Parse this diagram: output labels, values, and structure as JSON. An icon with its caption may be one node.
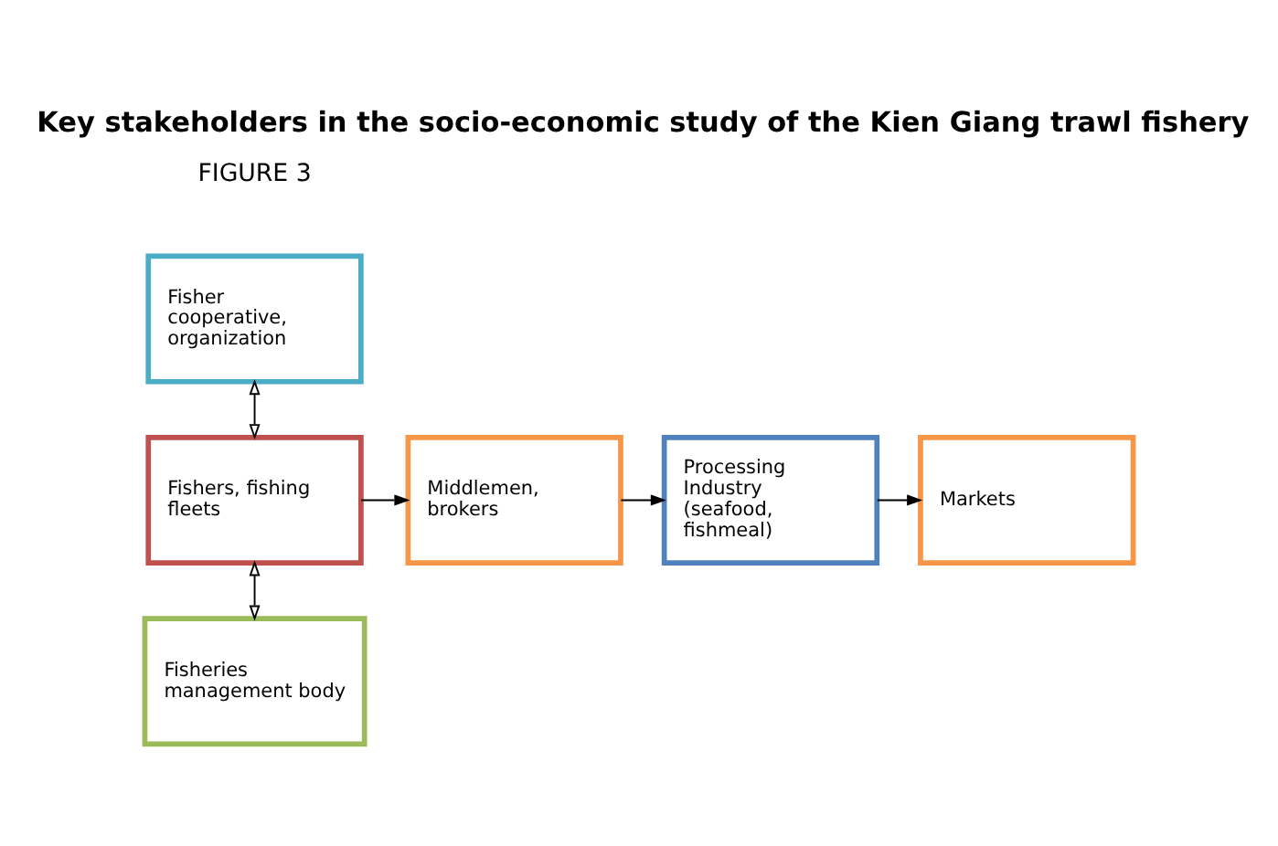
{
  "diagram": {
    "title": "Key stakeholders in the socio-economic study of the Kien Giang trawl fishery",
    "nodes": [
      {
        "text": [
          "Fisher cooperative, organization"
        ]
      },
      {
        "text": [
          "Fishers, fishing fleets"
        ]
      },
      {
        "text": [
          "Fisheries management body"
        ]
      },
      {
        "text": [
          "Middlemen, brokers"
        ]
      },
      {
        "text": [
          "Processing Industry (seafood, fishmeal)"
        ]
      },
      {
        "text": [
          "Markets"
        ]
      }
    ],
    "edges": [
      {
        "from": 0,
        "to": 1,
        "arrow": "both"
      },
      {
        "from": 1,
        "to": 2,
        "arrow": "both"
      },
      {
        "from": 1,
        "to": 3,
        "arrow": "to"
      },
      {
        "from": 3,
        "to": 4,
        "arrow": "to"
      },
      {
        "from": 4,
        "to": 5,
        "arrow": "to"
      }
    ],
    "labels": [
      "FIGURE 3"
    ]
  }
}
